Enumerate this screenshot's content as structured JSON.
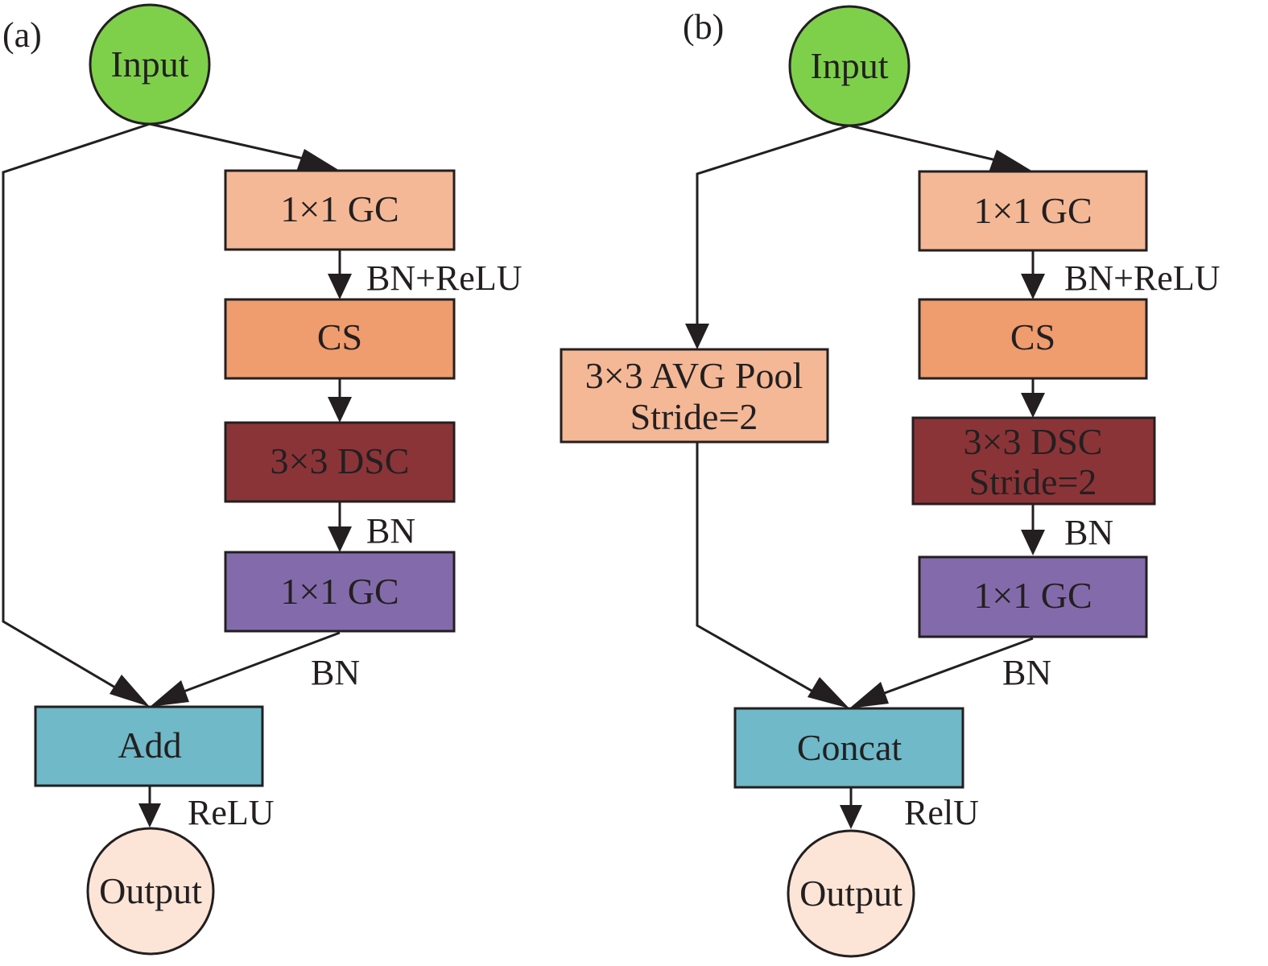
{
  "colors": {
    "input": "#7ed04b",
    "output": "#fce5d7",
    "gc_light": "#f4b896",
    "cs": "#ef9c6e",
    "dsc": "#8b3438",
    "gc_purple": "#836bab",
    "merge": "#6fb9c8",
    "stroke": "#231f20"
  },
  "panel_a": {
    "label": "(a)",
    "input": "Input",
    "gc1": "1×1 GC",
    "bn_relu": "BN+ReLU",
    "cs": "CS",
    "dsc": "3×3 DSC",
    "bn1": "BN",
    "gc2": "1×1 GC",
    "bn2": "BN",
    "merge": "Add",
    "act": "ReLU",
    "output": "Output"
  },
  "panel_b": {
    "label": "(b)",
    "input": "Input",
    "pool_line1": "3×3 AVG Pool",
    "pool_line2": "Stride=2",
    "gc1": "1×1 GC",
    "bn_relu": "BN+ReLU",
    "cs": "CS",
    "dsc_line1": "3×3 DSC",
    "dsc_line2": "Stride=2",
    "bn1": "BN",
    "gc2": "1×1 GC",
    "bn2": "BN",
    "merge": "Concat",
    "act": "RelU",
    "output": "Output"
  }
}
